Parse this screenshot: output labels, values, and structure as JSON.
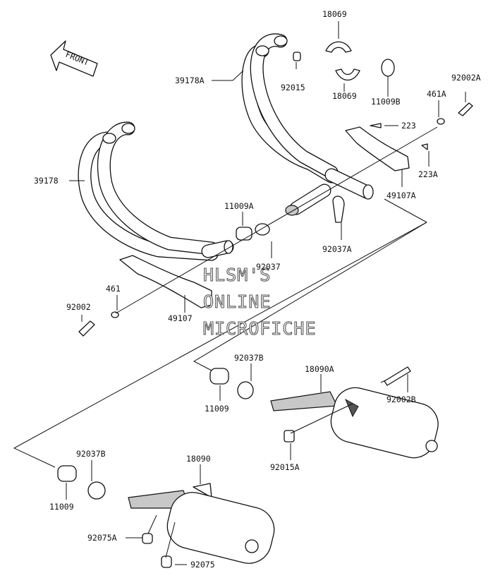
{
  "front_arrow": {
    "label": "FRONT"
  },
  "watermark": {
    "lines": [
      "HLSM'S",
      "ONLINE",
      "MICROFICHE"
    ]
  },
  "part_labels": {
    "p18069_top": "18069",
    "p18069_bottom": "18069",
    "p39178A": "39178A",
    "p92015": "92015",
    "p11009B": "11009B",
    "p92002A": "92002A",
    "p461A": "461A",
    "p223": "223",
    "p223A": "223A",
    "p49107A": "49107A",
    "p39178": "39178",
    "p11009A": "11009A",
    "p92037A": "92037A",
    "p92037": "92037",
    "p461": "461",
    "p92002": "92002",
    "p49107": "49107",
    "p92037B_mid": "92037B",
    "p18090A": "18090A",
    "p11009_mid": "11009",
    "p92002B": "92002B",
    "p92015A": "92015A",
    "p92037B_low": "92037B",
    "p18090": "18090",
    "p11009_low": "11009",
    "p92075A": "92075A",
    "p92075": "92075"
  },
  "colors": {
    "line": "#111111",
    "fill": "#ffffff",
    "shade": "#c8c8c8",
    "watermark_outline": "#555555"
  }
}
